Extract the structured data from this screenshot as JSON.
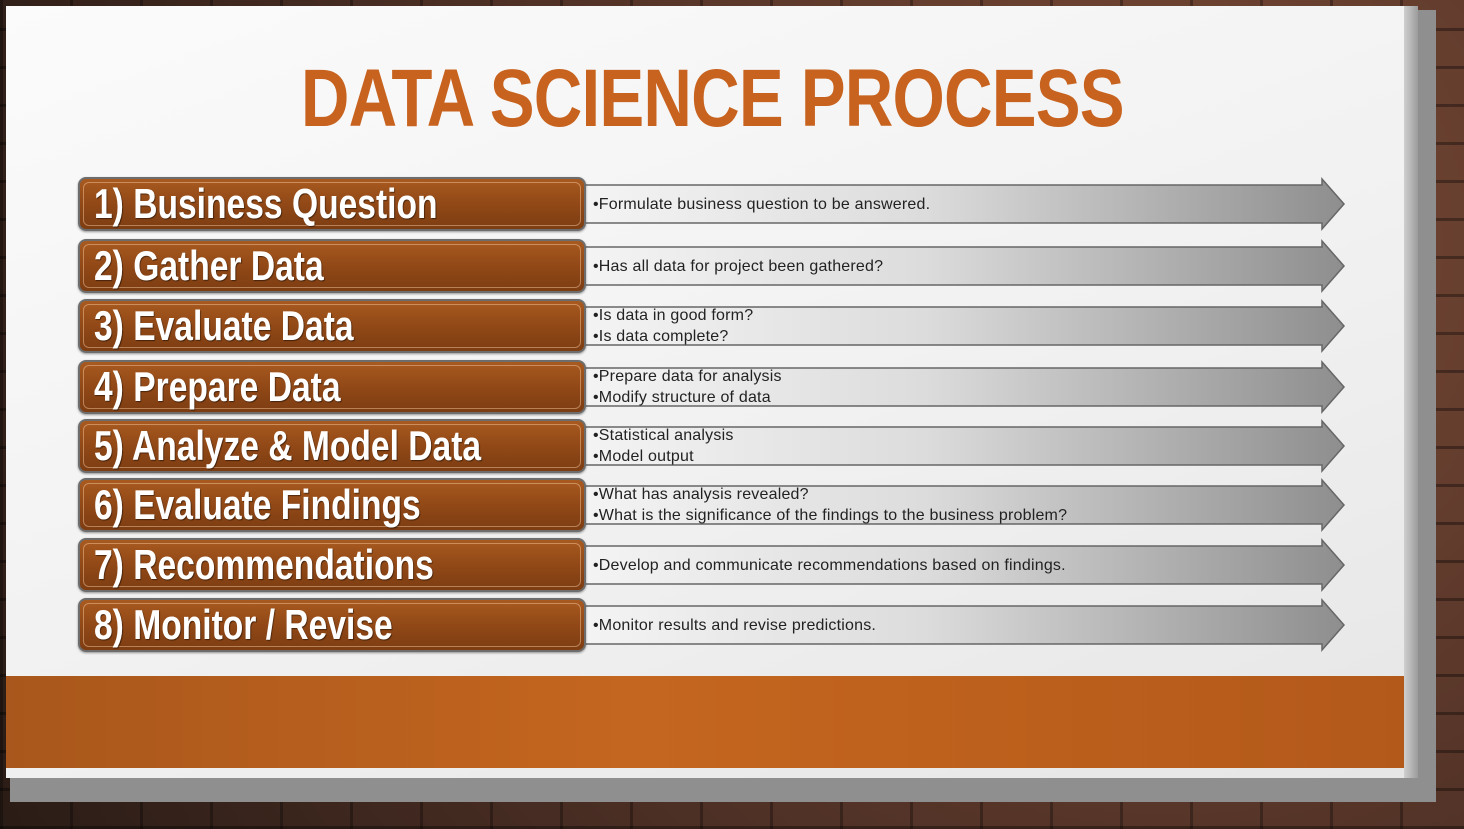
{
  "title": "DATA SCIENCE PROCESS",
  "steps": [
    {
      "label": "1) Business Question",
      "bullets": [
        "•Formulate business question to be answered."
      ]
    },
    {
      "label": "2) Gather Data",
      "bullets": [
        "•Has all data for project been gathered?"
      ]
    },
    {
      "label": "3) Evaluate Data",
      "bullets": [
        "•Is data in good form?",
        "•Is data complete?"
      ]
    },
    {
      "label": "4) Prepare Data",
      "bullets": [
        "•Prepare data for analysis",
        "•Modify structure of data"
      ]
    },
    {
      "label": "5) Analyze & Model Data",
      "bullets": [
        "•Statistical analysis",
        "•Model output"
      ]
    },
    {
      "label": "6) Evaluate Findings",
      "bullets": [
        "•What has analysis revealed?",
        "•What is the significance of the findings to the business problem?"
      ]
    },
    {
      "label": "7) Recommendations",
      "bullets": [
        "•Develop and communicate recommendations based on findings."
      ]
    },
    {
      "label": "8) Monitor / Revise",
      "bullets": [
        "•Monitor results and revise predictions."
      ]
    }
  ],
  "colors": {
    "accent": "#c8631f",
    "step_box": "#8f4716",
    "footer_band": "#c4661f"
  }
}
